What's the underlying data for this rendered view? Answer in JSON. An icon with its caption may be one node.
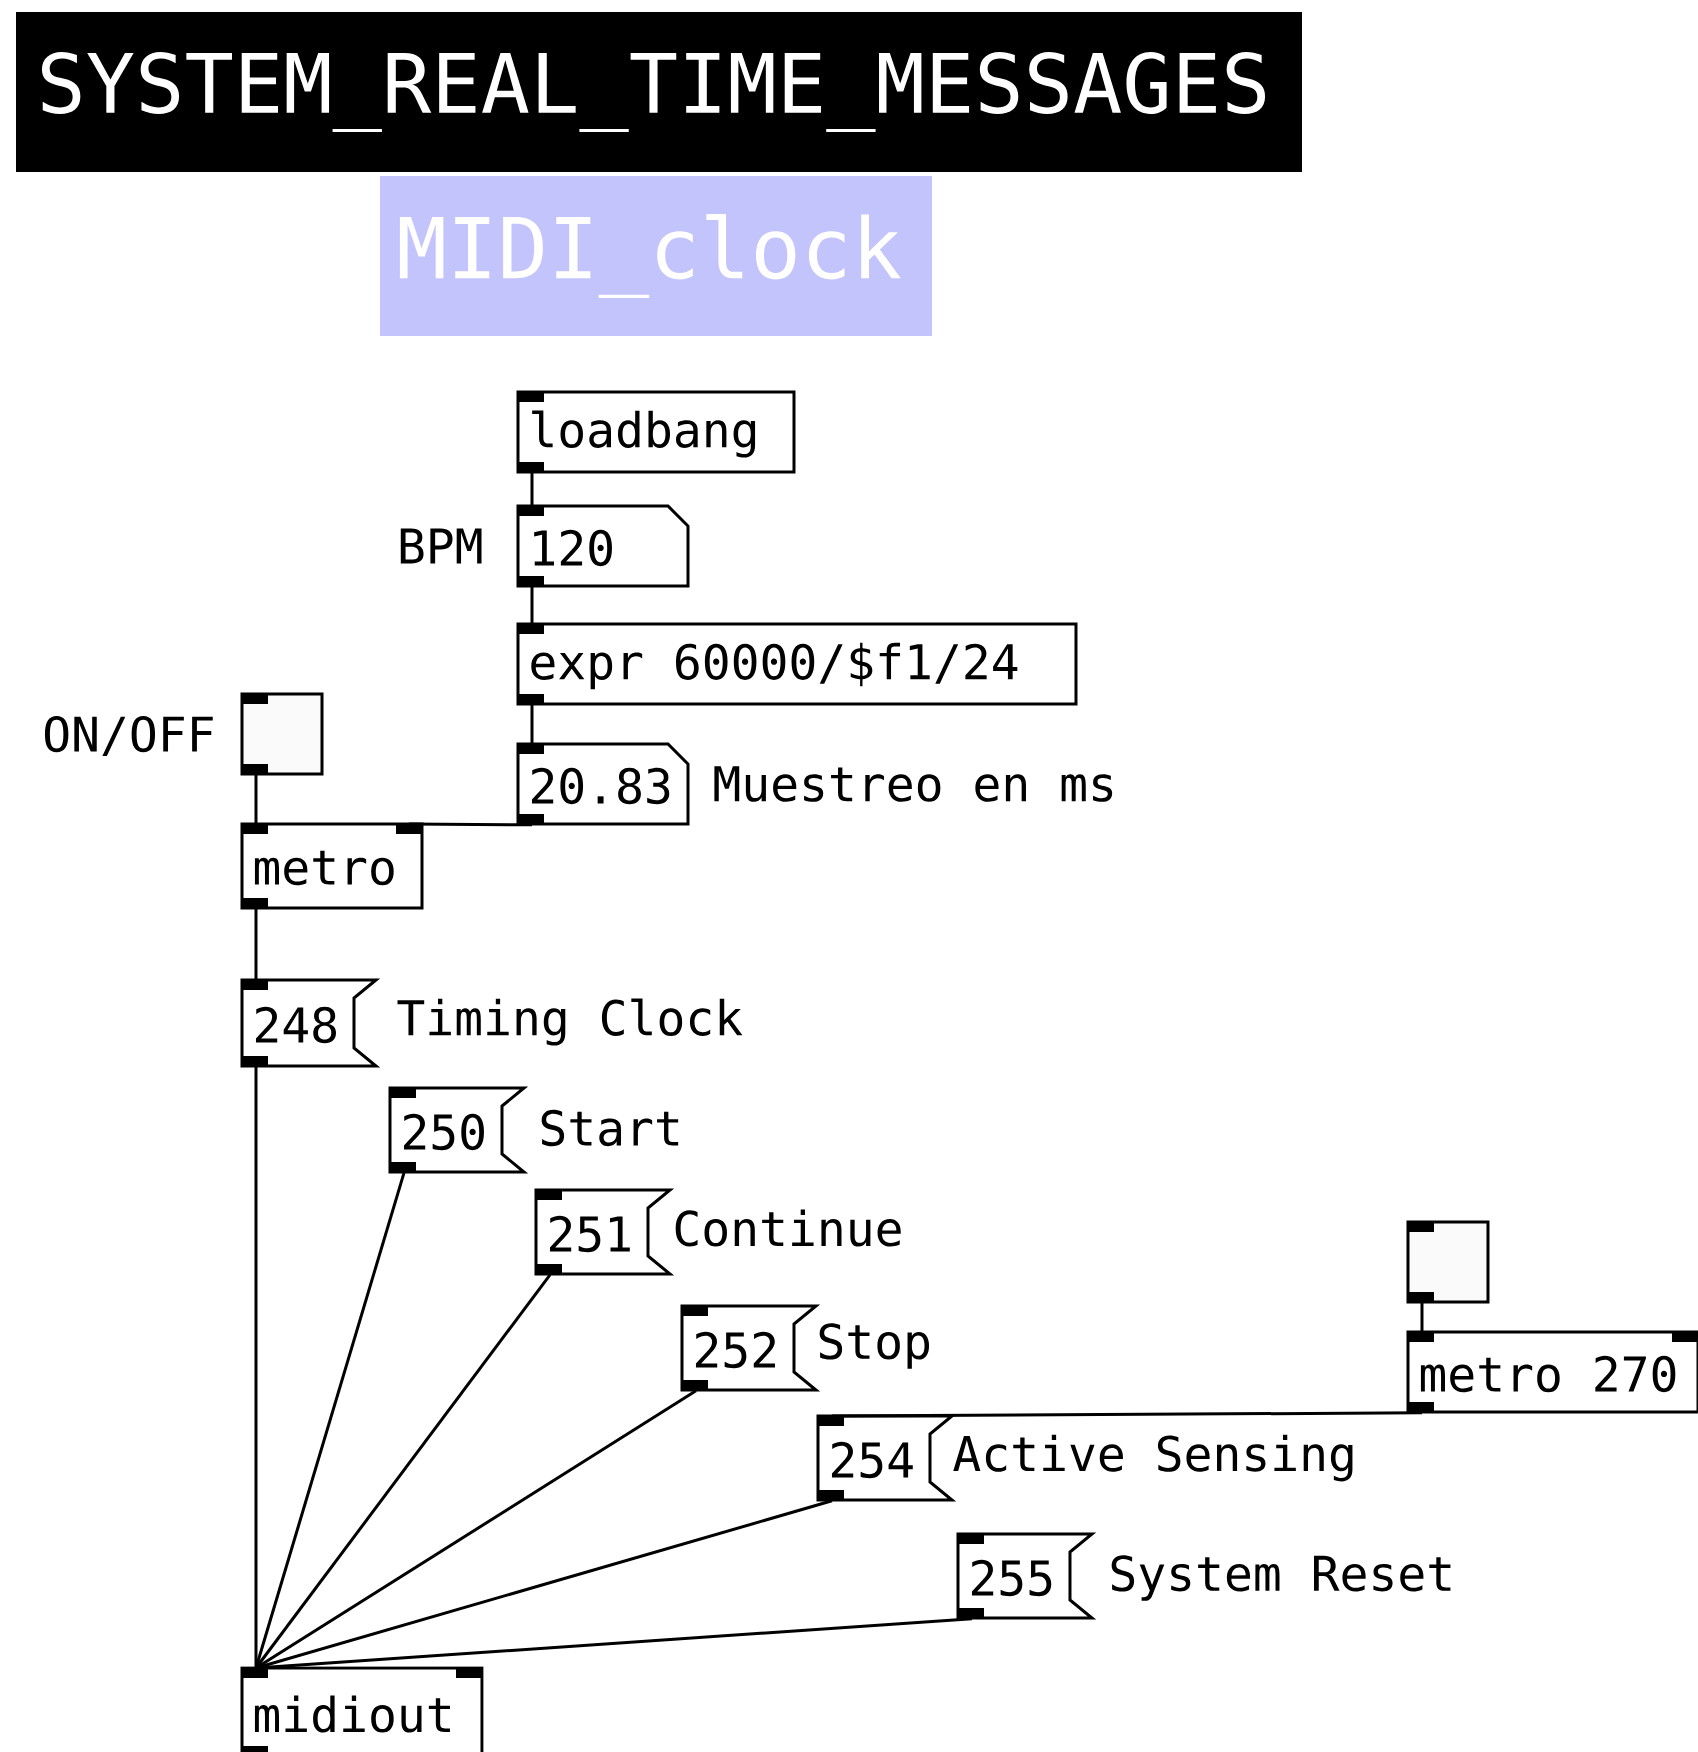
{
  "diagram": {
    "nodes": [
      {
        "text": [
          "SYSTEM_REAL_TIME_MESSAGES"
        ]
      },
      {
        "text": [
          "MIDI_clock"
        ]
      },
      {
        "text": [
          "loadbang"
        ]
      },
      {
        "text": [
          "120"
        ],
        "beside": [
          "BPM"
        ]
      },
      {
        "text": [
          "expr 60000/$f1/24"
        ]
      },
      {
        "text": [],
        "shape": "box",
        "beside": [
          "ON/OFF"
        ]
      },
      {
        "text": [
          "20.83"
        ],
        "beside": [
          "Muestreo en ms"
        ]
      },
      {
        "text": [
          "metro"
        ]
      },
      {
        "text": [
          "248"
        ],
        "beside": [
          "Timing Clock"
        ]
      },
      {
        "text": [
          "250"
        ],
        "beside": [
          "Start"
        ]
      },
      {
        "text": [
          "251"
        ],
        "beside": [
          "Continue"
        ]
      },
      {
        "text": [
          "252"
        ],
        "beside": [
          "Stop"
        ]
      },
      {
        "text": [],
        "shape": "box"
      },
      {
        "text": [
          "metro 270"
        ]
      },
      {
        "text": [
          "254"
        ],
        "beside": [
          "Active Sensing"
        ]
      },
      {
        "text": [
          "255"
        ],
        "beside": [
          "System Reset"
        ]
      },
      {
        "text": [
          "midiout"
        ]
      }
    ],
    "edges": [
      {
        "from": 2,
        "to": 3,
        "arrow": "none"
      },
      {
        "from": 3,
        "to": 4,
        "arrow": "none"
      },
      {
        "from": 4,
        "to": 6,
        "arrow": "none"
      },
      {
        "from": 5,
        "to": 7,
        "arrow": "none"
      },
      {
        "from": 6,
        "to": 7,
        "arrow": "none"
      },
      {
        "from": 7,
        "to": 8,
        "arrow": "none"
      },
      {
        "from": 8,
        "to": 16,
        "arrow": "none"
      },
      {
        "from": 9,
        "to": 16,
        "arrow": "none"
      },
      {
        "from": 10,
        "to": 16,
        "arrow": "none"
      },
      {
        "from": 11,
        "to": 16,
        "arrow": "none"
      },
      {
        "from": 14,
        "to": 16,
        "arrow": "none"
      },
      {
        "from": 15,
        "to": 16,
        "arrow": "none"
      },
      {
        "from": 12,
        "to": 13,
        "arrow": "none"
      },
      {
        "from": 13,
        "to": 14,
        "arrow": "none"
      }
    ]
  }
}
